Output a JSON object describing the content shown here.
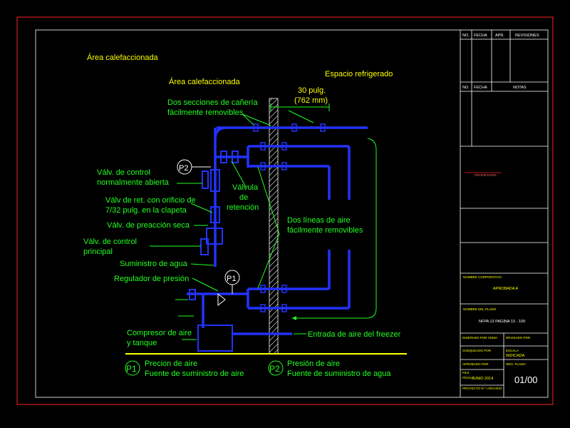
{
  "diagram": {
    "area_heated_top": "Área calefaccionada",
    "area_heated": "Área calefaccionada",
    "refrigerated_space": "Espacio refrigerado",
    "dimension_line1": "30 pulg.",
    "dimension_line2": "(762 mm)",
    "pipe_sections_line1": "Dos secciones de cañería",
    "pipe_sections_line2": "fácilmente removibles",
    "control_valve_open_line1": "Válv. de control",
    "control_valve_open_line2": "normalmente abierta",
    "check_valve_line1": "Válvula",
    "check_valve_line2": "de",
    "check_valve_line3": "retención",
    "orifice_valve_line1": "Válv de ret. con orificio de",
    "orifice_valve_line2": "7/32 pulg. en la clapeta",
    "dry_preaction_valve": "Válv. de preacción seca",
    "air_lines_line1": "Dos líneas de aire",
    "air_lines_line2": "fácilmente removibles",
    "main_control_valve_line1": "Válv. de control",
    "main_control_valve_line2": "principal",
    "water_supply": "Suministro de agua",
    "pressure_regulator": "Regulador de presión",
    "compressor_line1": "Compresor de aire",
    "compressor_line2": "y tanque",
    "freezer_air_inlet": "Entrada de aire del freezer",
    "gauge_p1": "P1",
    "gauge_p2": "P2",
    "legend": [
      {
        "tag": "P1",
        "line1": "Precion de aire",
        "line2": "Fuente de suministro de aire"
      },
      {
        "tag": "P2",
        "line1": "Presión de aire",
        "line2": "Fuente de suministro de agua"
      }
    ]
  },
  "title_block": {
    "rev_headers": {
      "no": "NO.",
      "fecha": "FECHA",
      "apr": "APR.",
      "revisiones": "REVISIONES"
    },
    "notes_headers": {
      "no": "NO.",
      "fecha": "FECHA",
      "notas": "NOTAS"
    },
    "propietario": "PROPIETARIO",
    "company_name_label": "NOMBRE CORPORATIVO",
    "company_name": "APROBADA A",
    "plan_name_label": "NOMBRE DEL PLANO",
    "plan_name": "NFPA 13 PAGINA 13 - 109",
    "drawn_by_label": "DISEÑADO POR CNMA",
    "review_label": "REVISADO POR",
    "checked_label": "CHEQUEADO POR",
    "scale_label": "ESCALA",
    "scale_value": "INDICADA",
    "approved_label": "APROBADO POR",
    "plan_number_label": "NRO. PLANO",
    "file_label": "FILE",
    "date_label": "FECHA",
    "date_value": "JUNIO 2014",
    "sheet_label": "PROYECTO N° / ARCHIVO",
    "sheet_number": "01/00"
  },
  "colors": {
    "background": "#000000",
    "label": "#22ff22",
    "pipe": "#2233ff",
    "frame": "#ff2222",
    "title_text": "#ffff00",
    "wall": "#ffffff"
  }
}
